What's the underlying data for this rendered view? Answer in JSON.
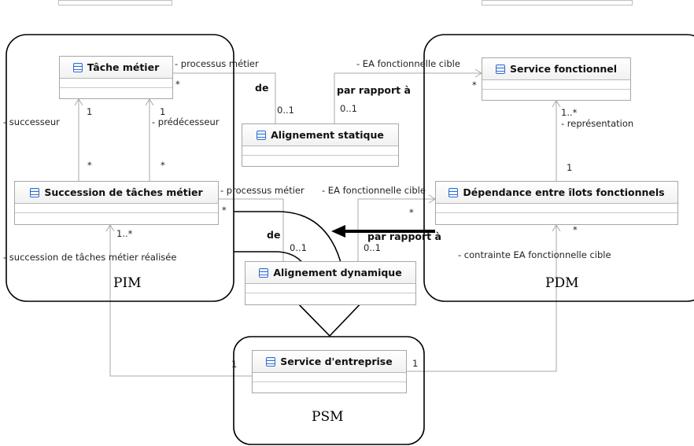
{
  "regions": {
    "pim": "PIM",
    "pdm": "PDM",
    "psm": "PSM"
  },
  "classes": {
    "tache": "Tâche métier",
    "service_fonctionnel": "Service fonctionnel",
    "alignement_statique": "Alignement statique",
    "succession": "Succession de tâches métier",
    "dependance": "Dépendance entre îlots fonctionnels",
    "alignement_dynamique": "Alignement dynamique",
    "service_entreprise": "Service d'entreprise"
  },
  "labels": {
    "processus_metier": "- processus métier",
    "ea_cible": "- EA fonctionnelle cible",
    "ea_cible_2": "- EA fonctionnelle cible",
    "processus_metier_2": "- processus métier",
    "successeur": "- successeur",
    "predecesseur": "- prédécesseur",
    "representation": "- représentation",
    "succession_realisee": "- succession de tâches métier réalisée",
    "contrainte": "- contrainte EA fonctionnelle cible",
    "de": "de",
    "de_2": "de",
    "par_rapport": "par rapport à",
    "par_rapport_2": "par rapport à"
  },
  "multiplicities": {
    "tache_star": "*",
    "stat_01_left": "0..1",
    "stat_01_right": "0..1",
    "sf_star": "*",
    "tache_1_left": "1",
    "tache_1_right": "1",
    "sf_1n": "1..*",
    "succ_star_left": "*",
    "succ_star_right": "*",
    "dep_1": "1",
    "succ_star_proc": "*",
    "dep_star_ea": "*",
    "succ_1n": "1..*",
    "dyn_01_left": "0..1",
    "dyn_01_right": "0..1",
    "dep_star_contrainte": "*",
    "ent_1_left": "1",
    "ent_1_right": "1"
  }
}
